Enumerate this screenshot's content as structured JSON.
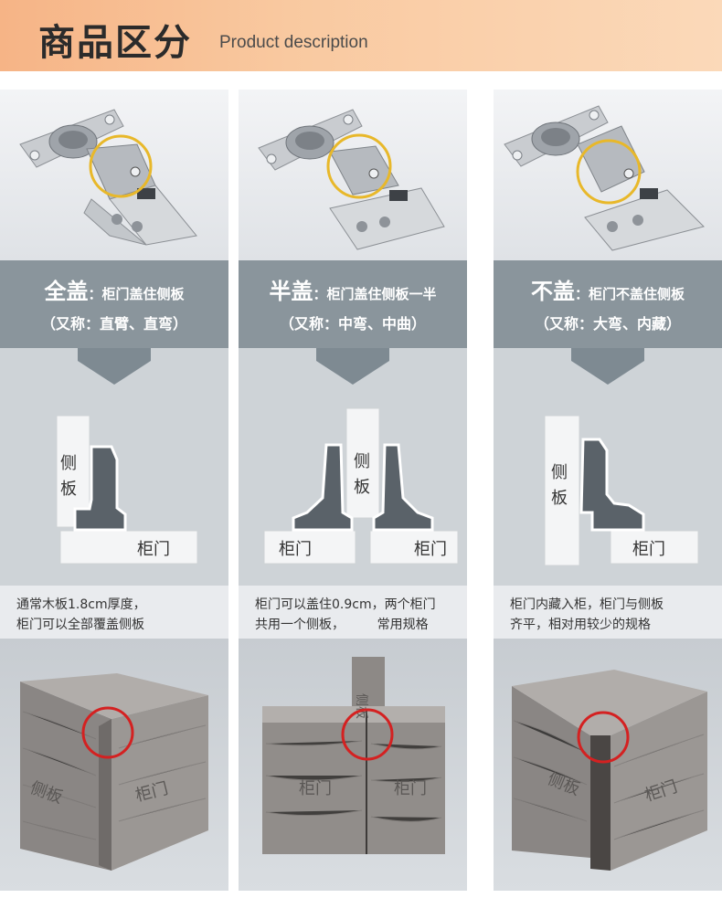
{
  "header": {
    "title": "商品区分",
    "subtitle": "Product description"
  },
  "columns": [
    {
      "type_big": "全盖",
      "type_rest": "：柜门盖住侧板",
      "alias": "（又称：直臂、直弯）",
      "side_label": "侧板",
      "door_label": "柜门",
      "desc": "通常木板1.8cm厚度，\n柜门可以全部覆盖侧板"
    },
    {
      "type_big": "半盖",
      "type_rest": "：柜门盖住侧板一半",
      "alias": "（又称：中弯、中曲）",
      "side_label": "侧板",
      "door_label": "柜门",
      "door_label_right": "柜门",
      "desc": "柜门可以盖住0.9cm，两个柜门\n共用一个侧板，        常用规格"
    },
    {
      "type_big": "不盖",
      "type_rest": "：柜门不盖住侧板",
      "alias": "（又称：大弯、内藏）",
      "side_label": "侧板",
      "door_label": "柜门",
      "desc": "柜门内藏入柜，柜门与侧板\n齐平，相对用较少的规格"
    }
  ],
  "accent": {
    "circle_red": "#d42121",
    "highlight_gold": "#e8b82a",
    "band_gray": "#8a959c"
  }
}
